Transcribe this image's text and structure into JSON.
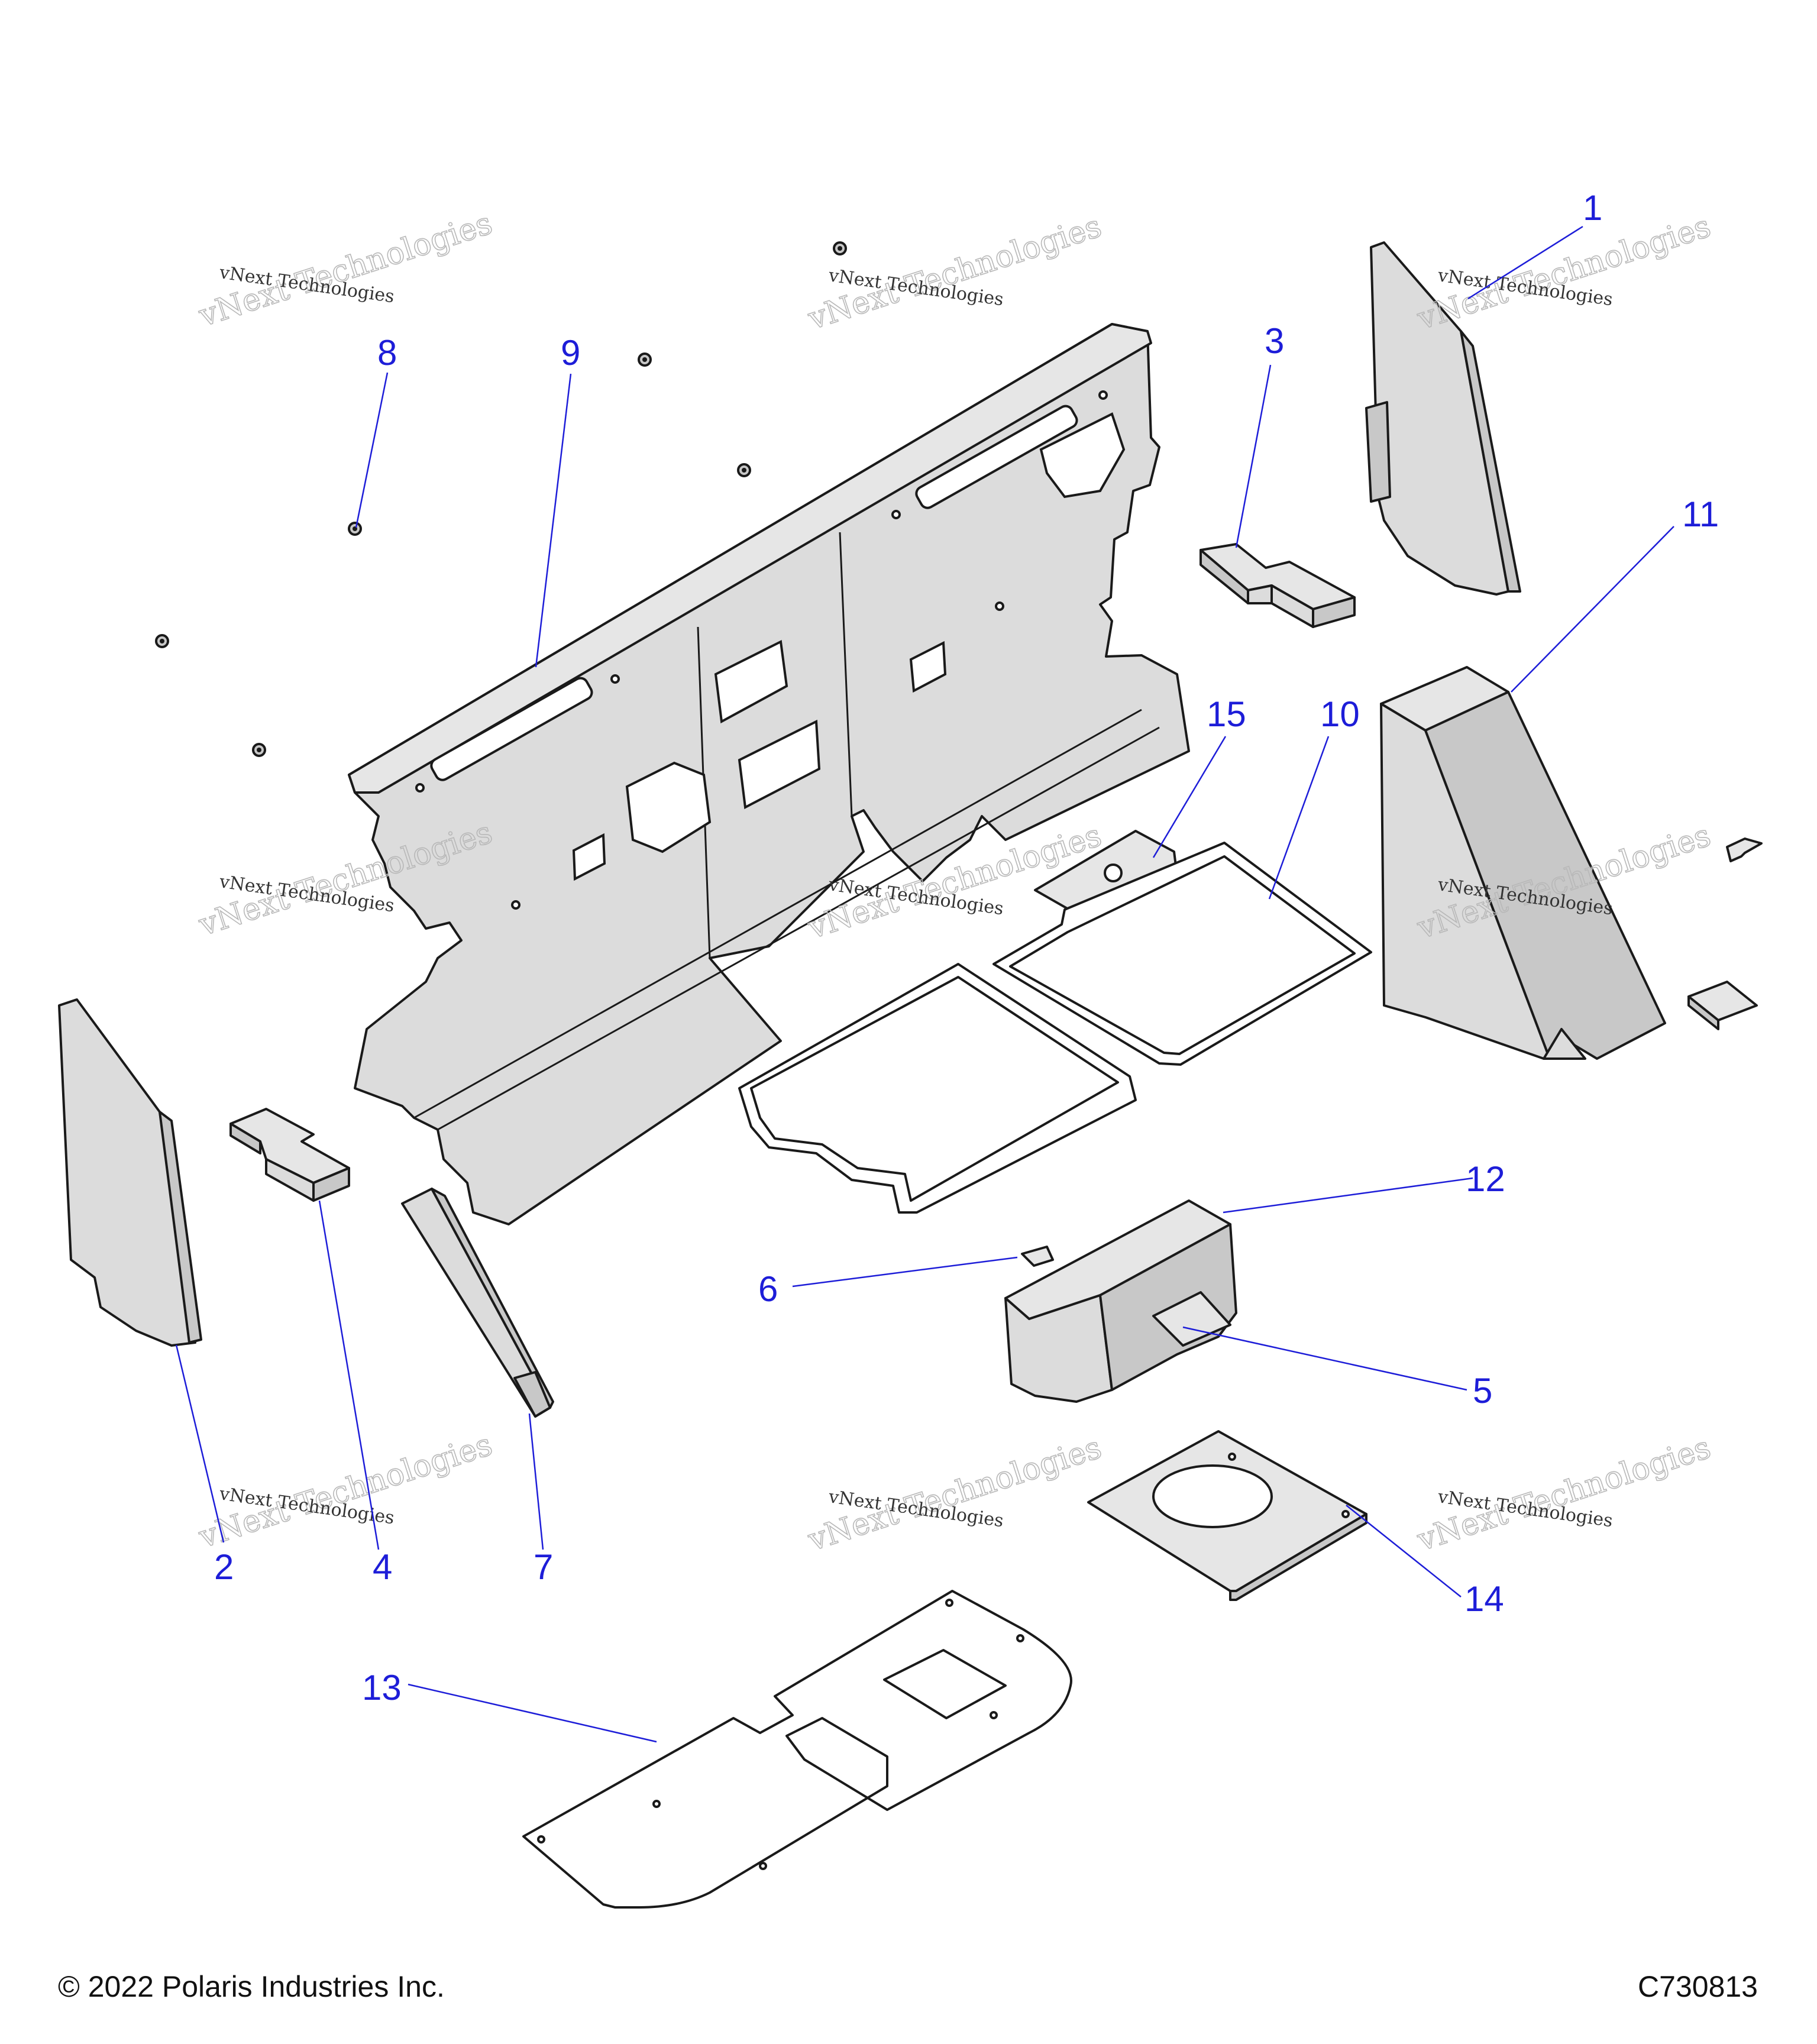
{
  "footer": {
    "copyright": "© 2022 Polaris Industries Inc.",
    "figure_id": "C730813"
  },
  "callouts": {
    "c1": "1",
    "c2": "2",
    "c3": "3",
    "c4": "4",
    "c5": "5",
    "c6": "6",
    "c7": "7",
    "c8": "8",
    "c9": "9",
    "c10": "10",
    "c11": "11",
    "c12": "12",
    "c13": "13",
    "c14": "14",
    "c15": "15"
  },
  "watermark": {
    "line1": "vNext Technologies",
    "line2": "vNext Technologies"
  },
  "colors": {
    "callout": "#1d1dd8",
    "part_fill": "#dcdcdc",
    "outline": "#1a1a1a"
  }
}
